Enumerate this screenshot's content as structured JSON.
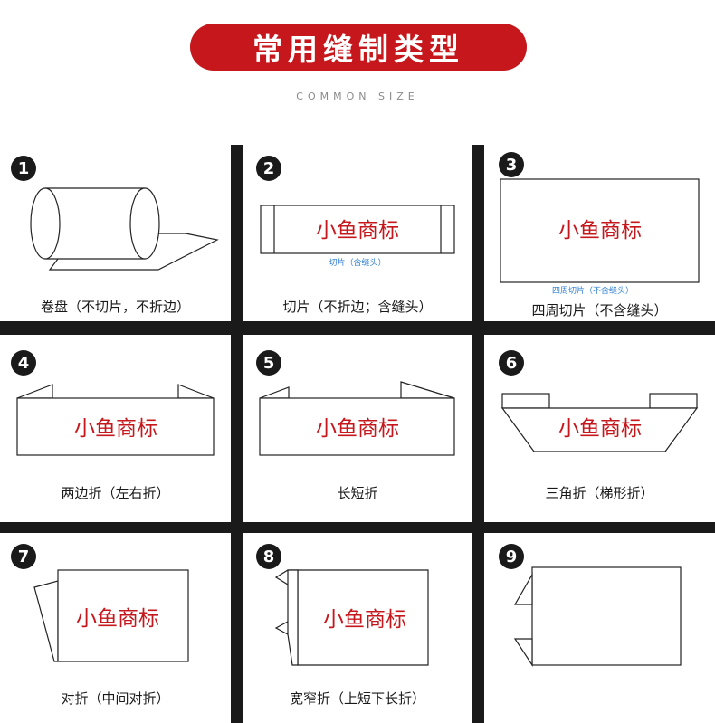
{
  "header": {
    "title": "常用缝制类型",
    "subtitle": "COMMON SIZE"
  },
  "colors": {
    "accent": "#c5171c",
    "note": "#2f7fd0",
    "grid": "#1a1a1a"
  },
  "items": [
    {
      "num": "1",
      "caption": "卷盘（不切片，不折边）"
    },
    {
      "num": "2",
      "caption": "切片（不折边；含缝头）",
      "label": "小鱼商标",
      "note": "切片（含缝头）"
    },
    {
      "num": "3",
      "caption": "四周切片（不含缝头）",
      "label": "小鱼商标",
      "note": "四周切片（不含缝头）"
    },
    {
      "num": "4",
      "caption": "两边折（左右折）",
      "label": "小鱼商标"
    },
    {
      "num": "5",
      "caption": "长短折",
      "label": "小鱼商标"
    },
    {
      "num": "6",
      "caption": "三角折（梯形折）",
      "label": "小鱼商标"
    },
    {
      "num": "7",
      "caption": "对折（中间对折）",
      "label": "小鱼商标"
    },
    {
      "num": "8",
      "caption": "宽窄折（上短下长折）",
      "label": "小鱼商标"
    },
    {
      "num": "9",
      "caption": "",
      "label": ""
    }
  ]
}
